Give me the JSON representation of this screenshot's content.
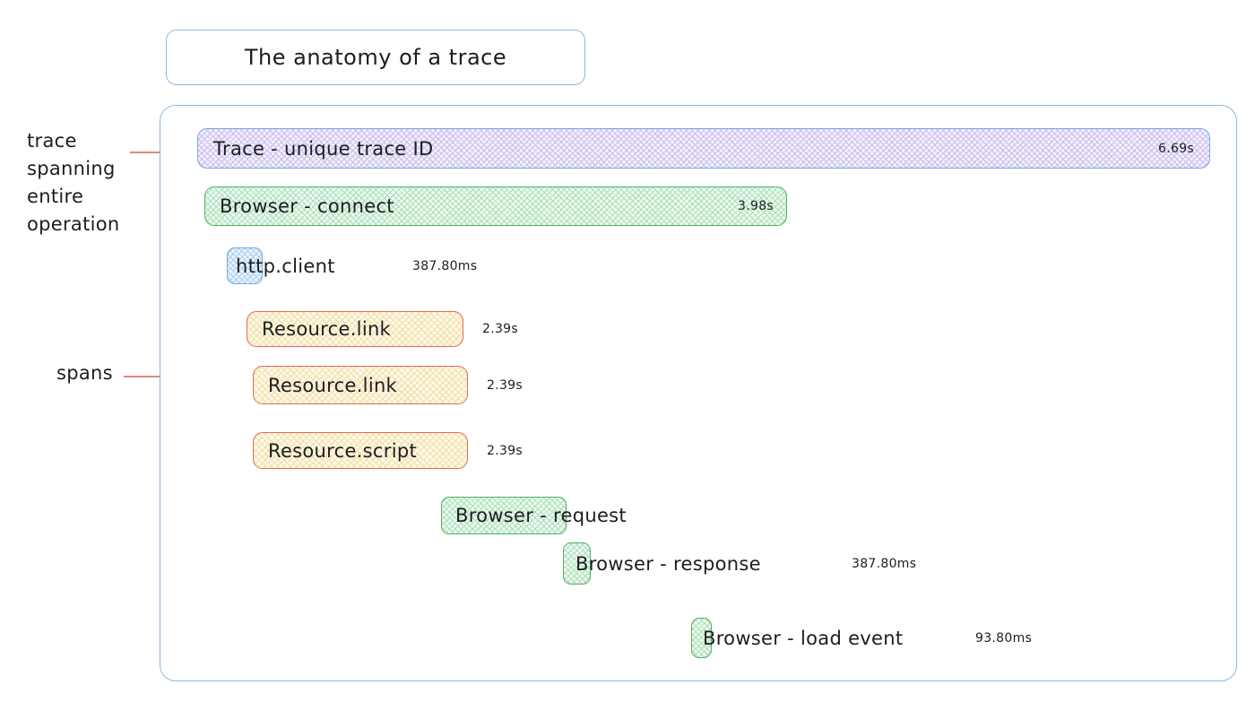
{
  "title": "The anatomy of a trace",
  "annotations": {
    "trace": "trace\nspanning\nentire\noperation",
    "spans": "spans"
  },
  "spans": [
    {
      "label": "Trace - unique trace ID",
      "duration": "6.69s",
      "color": "purple"
    },
    {
      "label": "Browser - connect",
      "duration": "3.98s",
      "color": "green"
    },
    {
      "label": "http.client",
      "duration": "387.80ms",
      "color": "blue"
    },
    {
      "label": "Resource.link",
      "duration": "2.39s",
      "color": "yellow"
    },
    {
      "label": "Resource.link",
      "duration": "2.39s",
      "color": "yellow"
    },
    {
      "label": "Resource.script",
      "duration": "2.39s",
      "color": "yellow"
    },
    {
      "label": "Browser - request",
      "color": "green"
    },
    {
      "label": "Browser - response",
      "duration": "387.80ms",
      "color": "green"
    },
    {
      "label": "Browser - load event",
      "duration": "93.80ms",
      "color": "green"
    }
  ],
  "colors": {
    "container_border": "#8cb8e4",
    "trace_border": "#74a8d8",
    "trace_fill": "#f3f0fb",
    "trace_hatch": "#c9bcee",
    "green_border": "#55b06b",
    "green_fill": "#effaf1",
    "green_hatch": "#a8dfb5",
    "blue_border": "#74a8d8",
    "blue_fill": "#eaf3fc",
    "blue_hatch": "#a9cfee",
    "yellow_border": "#e4695e",
    "yellow_fill": "#fdf8e7",
    "yellow_hatch": "#f0dfa6",
    "annotation_line": "#e8837e",
    "text": "#1d1d22"
  }
}
